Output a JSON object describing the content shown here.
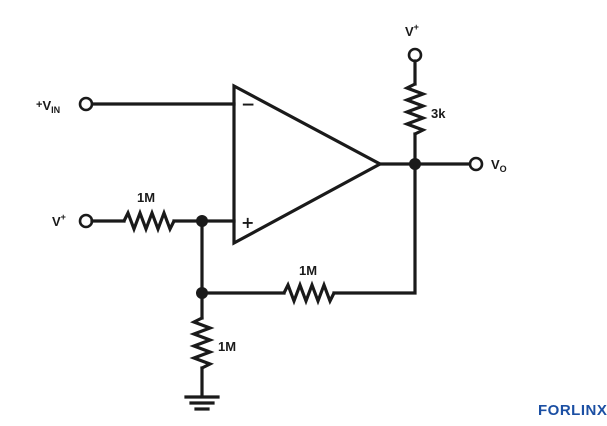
{
  "labels": {
    "vin_prefix": "+",
    "vin_main": "V",
    "vin_sub": "IN",
    "vplus_left_main": "V",
    "vplus_left_sup": "+",
    "vplus_top_main": "V",
    "vplus_top_sup": "+",
    "vo_main": "V",
    "vo_sub": "O",
    "r_input": "1M",
    "r_feedback": "1M",
    "r_ground": "1M",
    "r_pullup": "3k",
    "opamp_inverting": "−",
    "opamp_noninverting": "+"
  },
  "watermark": "FORLINX",
  "colors": {
    "ink": "#1a1a1a",
    "watermark": "#1b4fa3"
  }
}
